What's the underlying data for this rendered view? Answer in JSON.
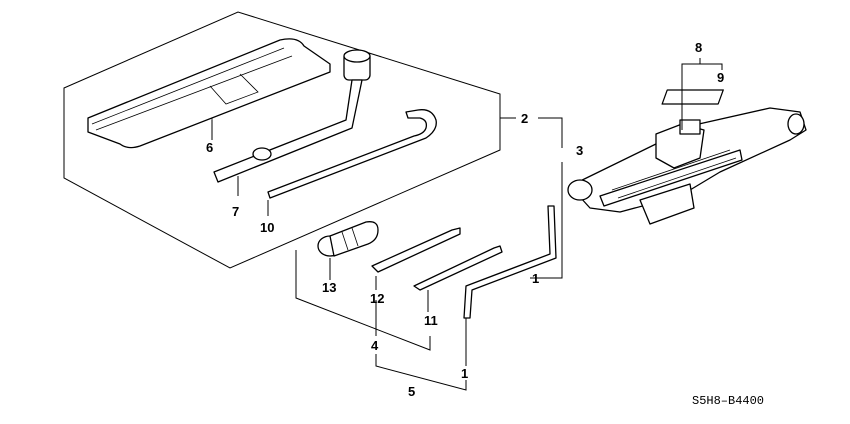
{
  "diagram_code": "S5H8–B4400",
  "callouts": {
    "c1a": "1",
    "c1b": "1",
    "c2": "2",
    "c3": "3",
    "c4": "4",
    "c5": "5",
    "c6": "6",
    "c7": "7",
    "c8": "8",
    "c9": "9",
    "c10": "10",
    "c11": "11",
    "c12": "12",
    "c13": "13"
  }
}
